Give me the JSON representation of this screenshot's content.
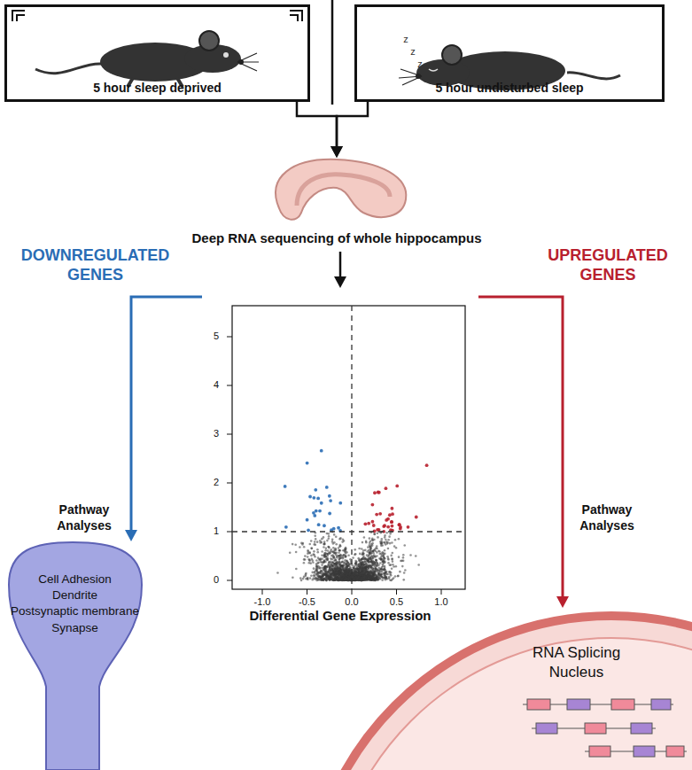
{
  "diagram": {
    "nodes": [
      {
        "text": [
          "5 hour sleep deprived"
        ]
      },
      {
        "text": [
          "5 hour undisturbed sleep"
        ]
      },
      {
        "text": [
          "Deep RNA sequencing of whole hippocampus"
        ]
      },
      {
        "text": [
          "Differential Gene Expression"
        ]
      },
      {
        "text": [
          "Cell Adhesion",
          "Dendrite",
          "Postsynaptic membrane",
          "Synapse"
        ]
      },
      {
        "text": [
          "RNA Splicing",
          "Nucleus"
        ]
      }
    ],
    "edges": [
      {
        "from": 0,
        "to": 2,
        "arrow": "to"
      },
      {
        "from": 1,
        "to": 2,
        "arrow": "to"
      },
      {
        "from": 2,
        "to": 3,
        "arrow": "to"
      },
      {
        "from": 3,
        "to": 4,
        "label": "Pathway Analyses",
        "arrow": "to"
      },
      {
        "from": 3,
        "to": 5,
        "label": "Pathway Analyses",
        "arrow": "to"
      }
    ],
    "labels": [
      "z",
      "z",
      "z",
      "DOWNREGULATED GENES",
      "UPREGULATED GENES",
      "5",
      "4",
      "3",
      "2",
      "1",
      "0",
      "-1.0",
      "-0.5",
      "0.0",
      "0.5",
      "1.0"
    ]
  }
}
